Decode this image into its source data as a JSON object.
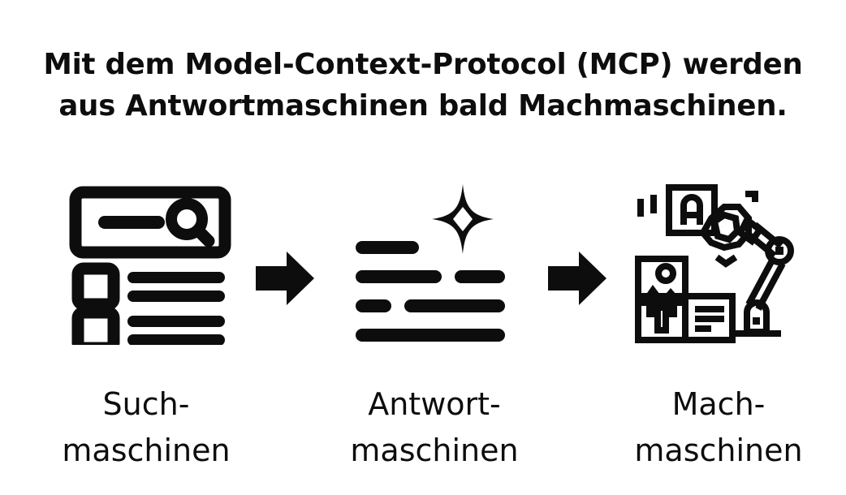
{
  "background_color": "#ffffff",
  "ink_color": "#0d0d0d",
  "headline": {
    "full_text": "Mit dem Model-Context-Protocol (MCP) werden aus Antwortmaschinen bald Machmaschinen.",
    "line1": "Mit dem Model-Context-Protocol (MCP) werden",
    "line2": "aus Antwortmaschinen bald Machmaschinen."
  },
  "flow": {
    "stages": [
      {
        "id": "search-engines",
        "icon_name": "search-results-page-icon",
        "caption_line1": "Such-",
        "caption_line2": "maschinen",
        "caption_full": "Suchmaschinen"
      },
      {
        "id": "answer-engines",
        "icon_name": "ai-sparkle-text-icon",
        "caption_line1": "Antwort-",
        "caption_line2": "maschinen",
        "caption_full": "Antwortmaschinen"
      },
      {
        "id": "action-engines",
        "icon_name": "robot-arm-blocks-icon",
        "caption_line1": "Mach-",
        "caption_line2": "maschinen",
        "caption_full": "Machmaschinen"
      }
    ],
    "arrows": [
      {
        "id": "arrow-1",
        "icon_name": "arrow-right-icon",
        "direction": "right"
      },
      {
        "id": "arrow-2",
        "icon_name": "arrow-right-icon",
        "direction": "right"
      }
    ]
  }
}
